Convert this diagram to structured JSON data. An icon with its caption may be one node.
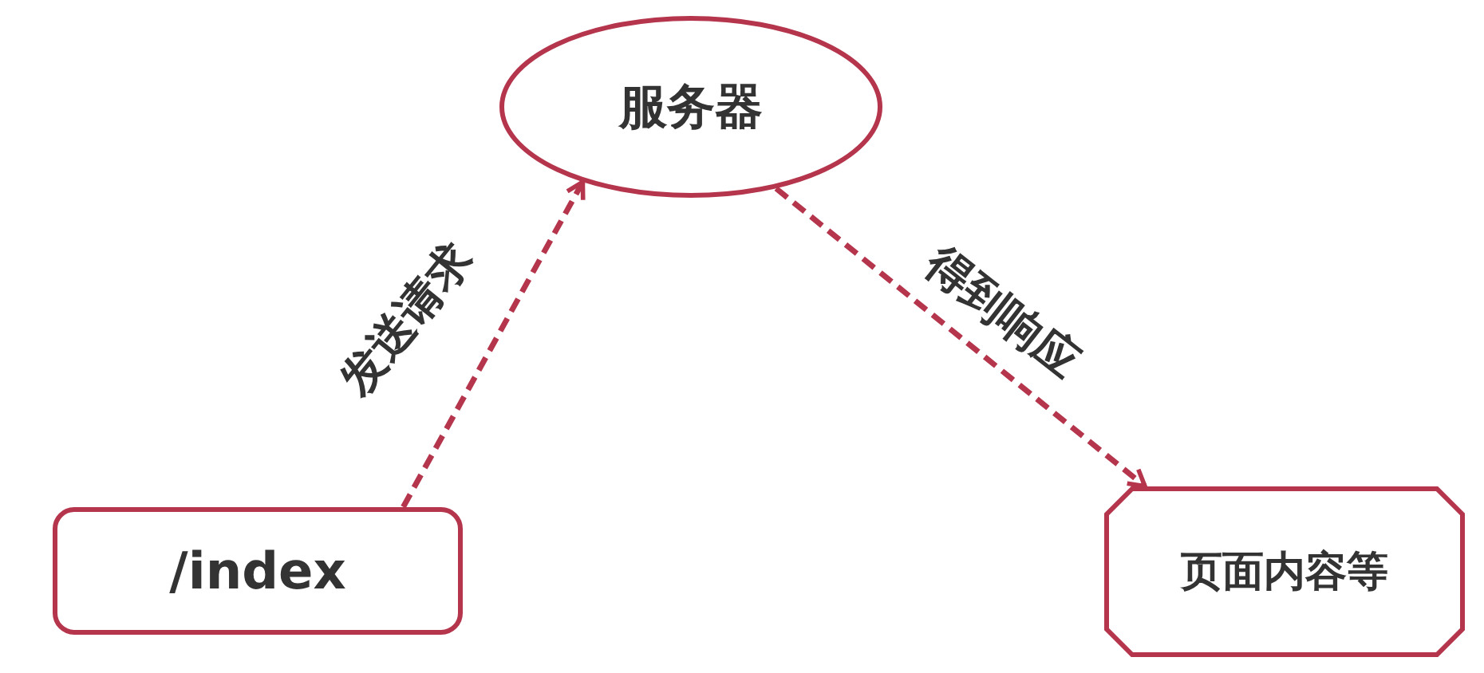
{
  "diagram": {
    "nodes": [
      {
        "text": [
          "服务器"
        ]
      },
      {
        "text": [
          "/index"
        ]
      },
      {
        "text": [
          "页面内容等"
        ]
      }
    ],
    "edges": [
      {
        "from": 1,
        "to": 0,
        "arrow": "to",
        "label": "发送请求",
        "style": "dashed"
      },
      {
        "from": 0,
        "to": 2,
        "arrow": "to",
        "label": "得到响应",
        "style": "dashed"
      }
    ]
  }
}
